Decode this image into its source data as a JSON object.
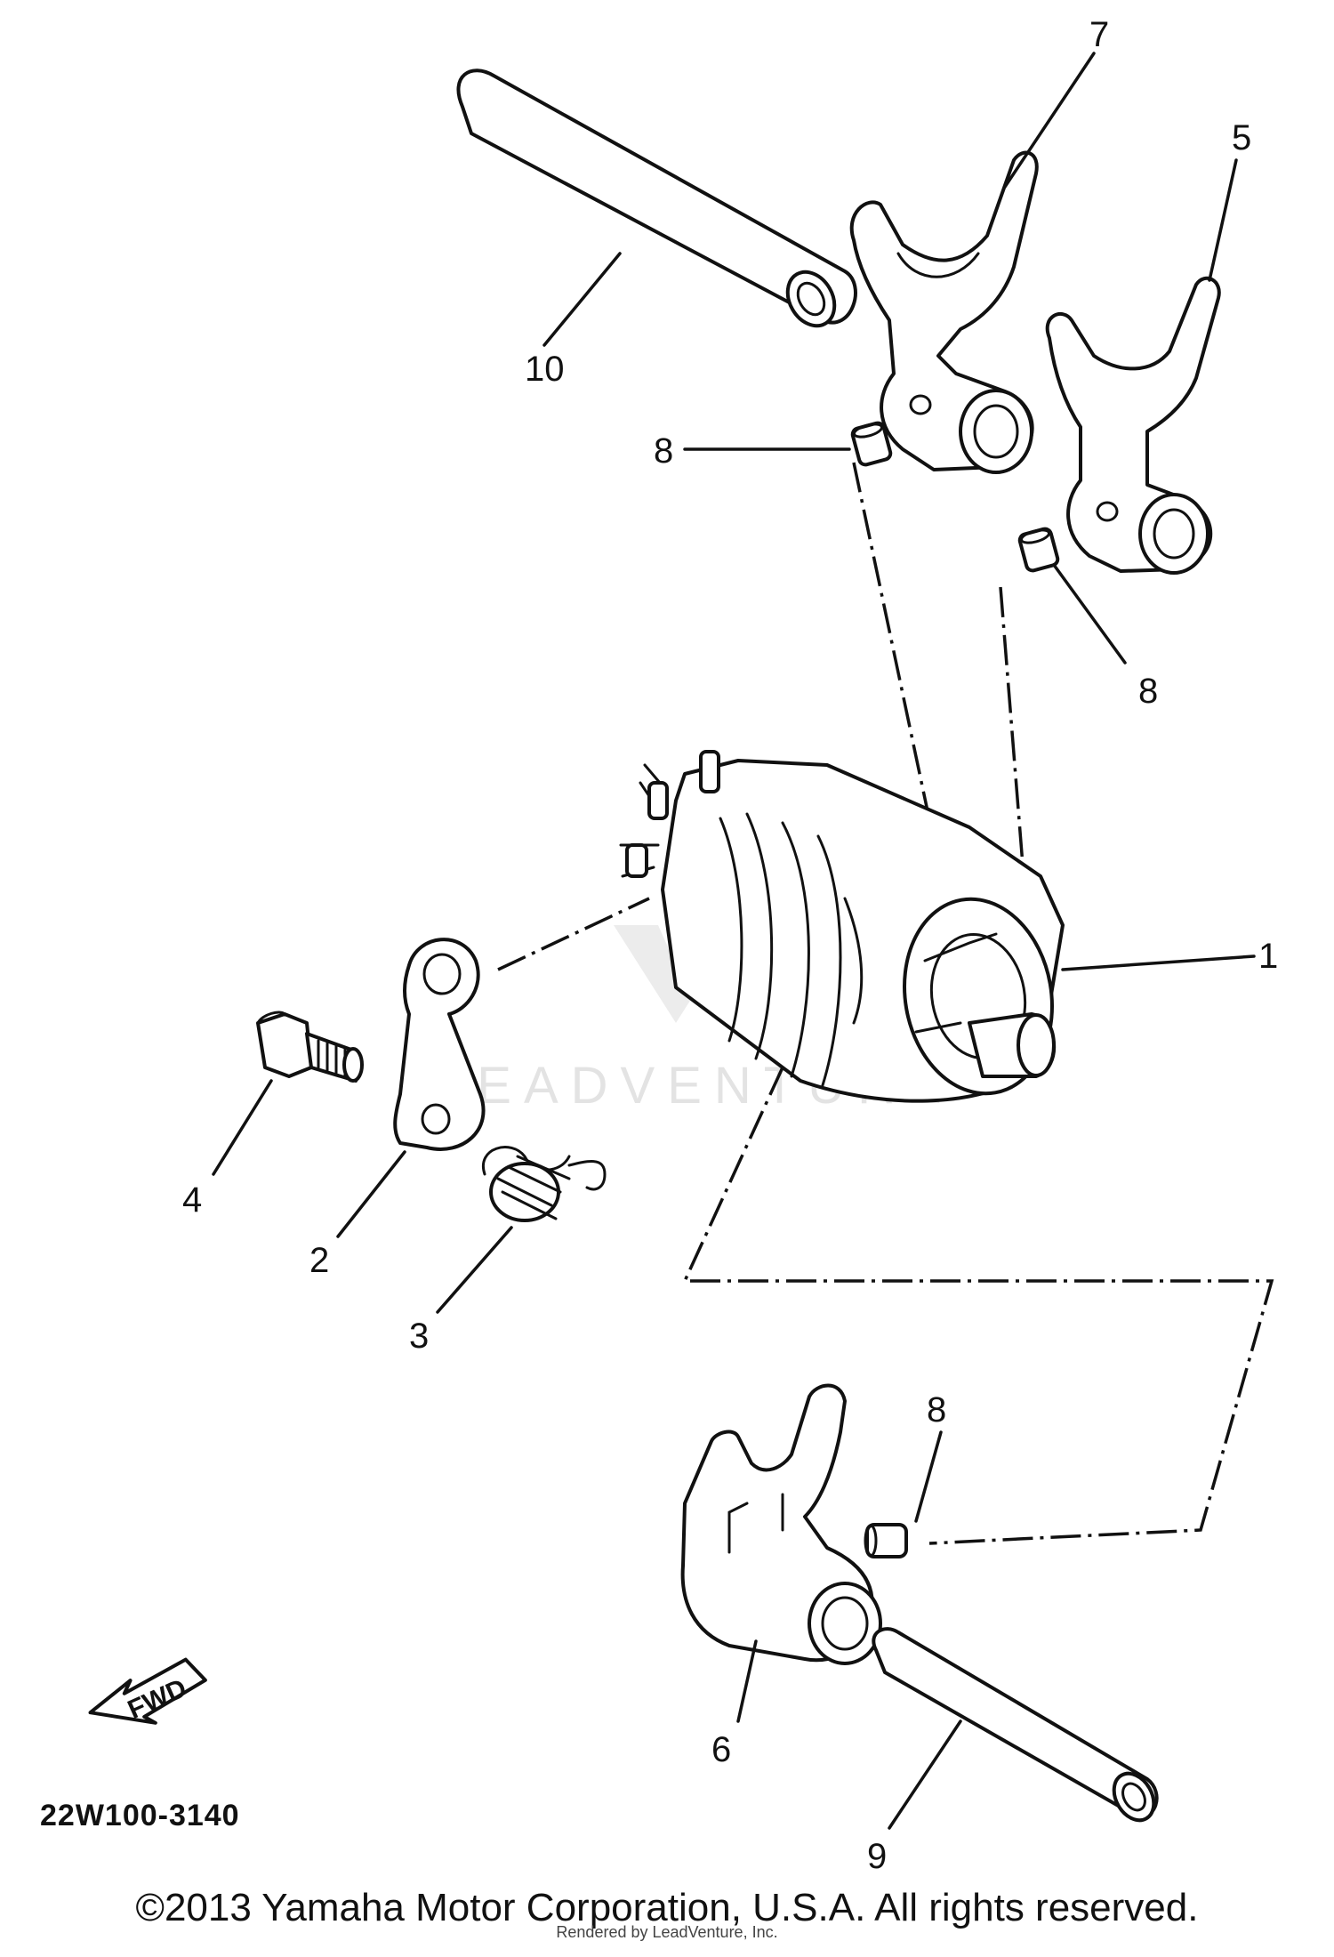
{
  "diagram": {
    "callouts": [
      "1",
      "2",
      "3",
      "4",
      "5",
      "6",
      "7",
      "8",
      "8",
      "8",
      "9",
      "10"
    ],
    "drawing_code": "22W100-3140",
    "fwd_label": "FWD",
    "watermark": "LEADVENTURE"
  },
  "footer": {
    "copyright": "©2013 Yamaha Motor Corporation, U.S.A. All rights reserved.",
    "rendered_by": "Rendered by LeadVenture, Inc."
  }
}
